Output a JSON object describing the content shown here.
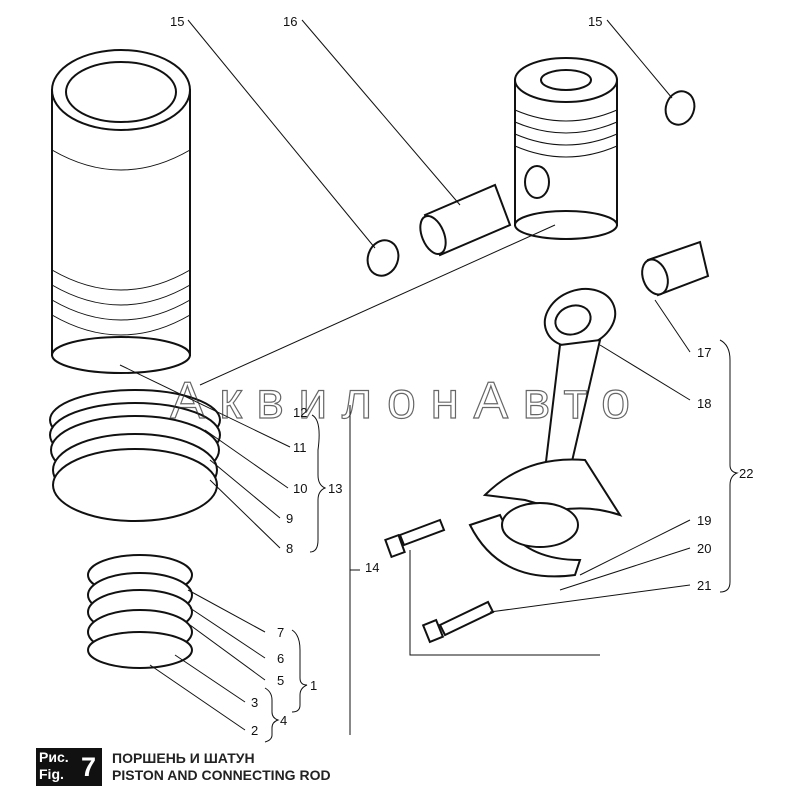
{
  "watermark": "АквилонАвто",
  "caption": {
    "fig_ru": "Рис.",
    "fig_en": "Fig.",
    "number": "7",
    "title_ru": "ПОРШЕНЬ И ШАТУН",
    "title_en": "PISTON AND CONNECTING ROD"
  },
  "callouts": {
    "c15a": "15",
    "c16": "16",
    "c15b": "15",
    "c17": "17",
    "c18": "18",
    "c12": "12",
    "c11": "11",
    "c10": "10",
    "c13": "13",
    "c9": "9",
    "c8": "8",
    "c22": "22",
    "c19": "19",
    "c20": "20",
    "c14": "14",
    "c21": "21",
    "c7": "7",
    "c6": "6",
    "c5": "5",
    "c1": "1",
    "c3": "3",
    "c4": "4",
    "c2": "2"
  }
}
